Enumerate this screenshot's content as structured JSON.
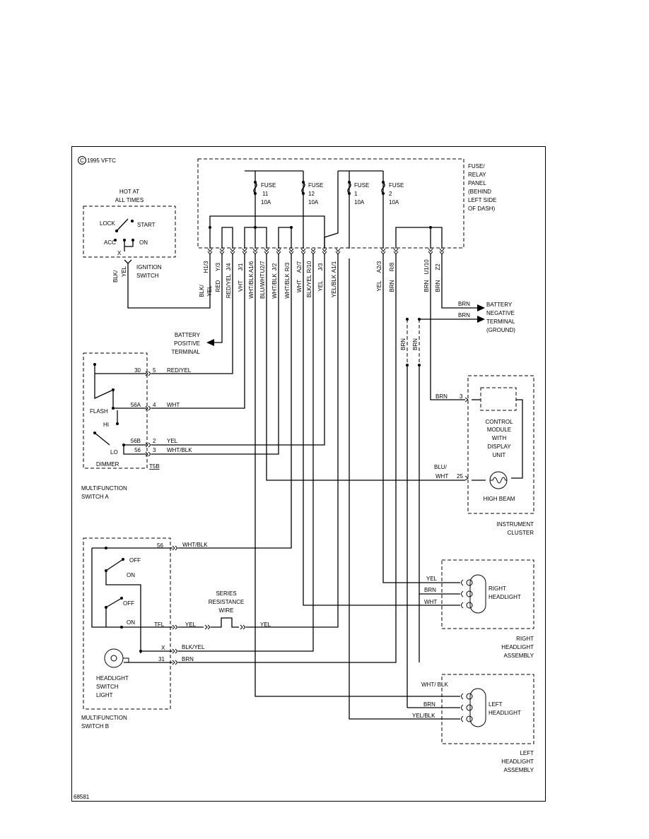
{
  "copyright": "1995 VFTC",
  "copyright_mark": "C",
  "figure_id": "68581",
  "fuse_panel": {
    "label_lines": [
      "FUSE/",
      "RELAY",
      "PANEL",
      "(BEHIND",
      "LEFT SIDE",
      "OF DASH)"
    ],
    "fuses": [
      {
        "lines": [
          "FUSE",
          "11",
          "10A"
        ]
      },
      {
        "lines": [
          "FUSE",
          "12",
          "10A"
        ]
      },
      {
        "lines": [
          "FUSE",
          "1",
          "10A"
        ]
      },
      {
        "lines": [
          "FUSE",
          "2",
          "10A"
        ]
      }
    ],
    "connector_ids": [
      "H1/3",
      "Y/3",
      "J/4",
      "J/1",
      "A1/6",
      "U2/7",
      "J/2",
      "R/3",
      "A2/7",
      "R/10",
      "J/3",
      "A1/1",
      "A2/3",
      "R/8",
      "U1/10",
      "Z2"
    ],
    "wire_colors": [
      "BLK/\nYEL",
      "RED",
      "RED/YEL",
      "VHT",
      "WHT/BLK",
      "BLU/WHT",
      "WHT/BLK",
      "WHT/BLK",
      "WHT",
      "BLK/YEL",
      "YEL",
      "YEL/BLK",
      "YEL",
      "BRN",
      "BRN",
      "BRN"
    ]
  },
  "ignition": {
    "hot_label_lines": [
      "HOT AT",
      "ALL TIMES"
    ],
    "lock": "LOCK",
    "start": "START",
    "acc": "ACC",
    "on": "ON",
    "x": "X",
    "wire_lines": [
      "BLK/",
      "YEL"
    ],
    "name_lines": [
      "IGNITION",
      "SWITCH"
    ]
  },
  "battery_positive": {
    "lines": [
      "BATTERY",
      "POSITIVE",
      "TERMINAL"
    ]
  },
  "battery_negative": {
    "lines": [
      "BATTERY",
      "NEGATIVE",
      "TERMINAL",
      "(GROUND)"
    ],
    "wire1": "BRN",
    "wire2": "BRN"
  },
  "ground_wires": [
    "BRN",
    "BRN"
  ],
  "switch_a": {
    "pins": [
      {
        "term": "30",
        "pin": "5",
        "wire": "RED/YEL"
      },
      {
        "term": "56A",
        "pin": "4",
        "wire": "WHT"
      },
      {
        "term": "56B",
        "pin": "2",
        "wire": "YEL"
      },
      {
        "term": "56",
        "pin": "3",
        "wire": "WHT/BLK"
      }
    ],
    "flash": "FLASH",
    "hi": "HI",
    "lo": "LO",
    "dimmer": "DIMMER",
    "connector": "T5B",
    "name_lines": [
      "MULTIFUNCTION",
      "SWITCH A"
    ]
  },
  "cluster": {
    "pin3": "3",
    "pin3_wire": "BRN",
    "module_lines": [
      "CONTROL",
      "MODULE",
      "WITH",
      "DISPLAY",
      "UNIT"
    ],
    "pin25": "25",
    "pin25_wire_lines": [
      "BLU/",
      "WHT"
    ],
    "high_beam": "HIGH BEAM",
    "name_lines": [
      "INSTRUMENT",
      "CLUSTER"
    ]
  },
  "switch_b": {
    "pin56": "56",
    "pin56_wire": "WHT/BLK",
    "off": "OFF",
    "on": "ON",
    "tfl": "TFL",
    "tfl_wire": "YEL",
    "series_lines": [
      "SERIES",
      "RESISTANCE",
      "WIRE"
    ],
    "series_out_wire": "YEL",
    "pin_x": "X",
    "pin_x_wire": "BLK/YEL",
    "pin31": "31",
    "pin31_wire": "BRN",
    "light_lines": [
      "HEADLIGHT",
      "SWITCH",
      "LIGHT"
    ],
    "name_lines": [
      "MULTIFUNCTION",
      "SWITCH B"
    ]
  },
  "right_headlight": {
    "wires": [
      "YEL",
      "BRN",
      "WHT"
    ],
    "name_lines": [
      "RIGHT",
      "HEADLIGHT"
    ],
    "assembly_lines": [
      "RIGHT",
      "HEADLIGHT",
      "ASSEMBLY"
    ]
  },
  "left_headlight": {
    "wires": [
      "WHT/\nBLK",
      "BRN",
      "YEL/BLK"
    ],
    "name_lines": [
      "LEFT",
      "HEADLIGHT"
    ],
    "assembly_lines": [
      "LEFT",
      "HEADLIGHT",
      "ASSEMBLY"
    ]
  }
}
